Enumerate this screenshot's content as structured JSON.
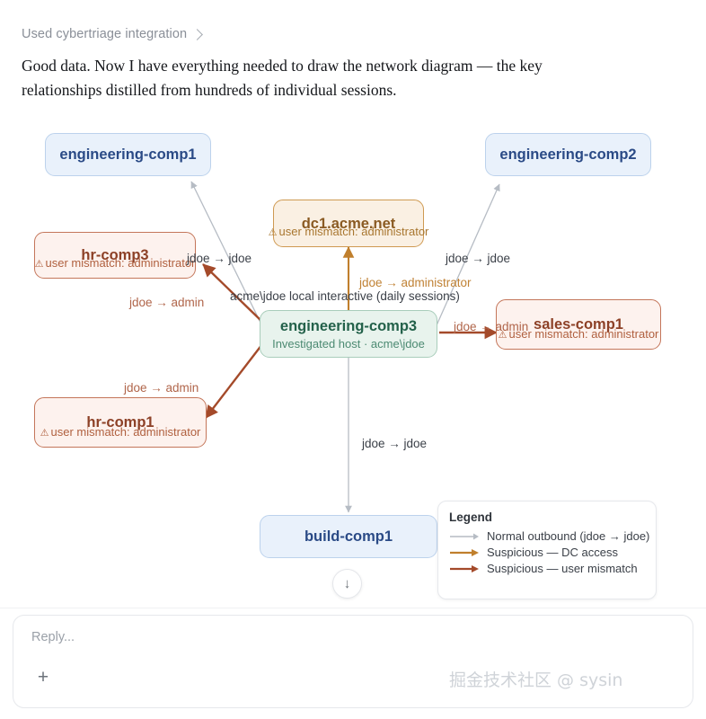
{
  "header": {
    "integration_label": "Used cybertriage integration",
    "chevron_icon": "chevron-right-icon",
    "assistant_message": "Good data. Now I have everything needed to draw the network diagram — the key relationships distilled from hundreds of individual sessions."
  },
  "diagram": {
    "nodes": [
      {
        "id": "engineering-comp1",
        "title": "engineering-comp1",
        "sub": "",
        "kind": "blue"
      },
      {
        "id": "engineering-comp2",
        "title": "engineering-comp2",
        "sub": "",
        "kind": "blue"
      },
      {
        "id": "hr-comp3",
        "title": "hr-comp3",
        "sub": "user mismatch: administrator",
        "kind": "pink",
        "warn_icon": "warning-triangle-icon"
      },
      {
        "id": "dc1.acme.net",
        "title": "dc1.acme.net",
        "sub": "user mismatch: administrator",
        "kind": "tan",
        "warn_icon": "warning-triangle-icon"
      },
      {
        "id": "engineering-comp3",
        "title": "engineering-comp3",
        "sub": "Investigated host · acme\\jdoe",
        "kind": "green"
      },
      {
        "id": "sales-comp1",
        "title": "sales-comp1",
        "sub": "user mismatch: administrator",
        "kind": "pink",
        "warn_icon": "warning-triangle-icon"
      },
      {
        "id": "hr-comp1",
        "title": "hr-comp1",
        "sub": "user mismatch: administrator",
        "kind": "pink",
        "warn_icon": "warning-triangle-icon"
      },
      {
        "id": "build-comp1",
        "title": "build-comp1",
        "sub": "",
        "kind": "blue"
      }
    ],
    "edge_labels": {
      "to_comp1": "jdoe → jdoe",
      "to_comp2": "jdoe → jdoe",
      "to_hr_comp3": "jdoe → admin",
      "to_dc1": "jdoe → administrator",
      "to_sales": "jdoe → admin",
      "to_hr_comp1": "jdoe → admin",
      "to_build": "jdoe → jdoe",
      "center_caption": "acme\\jdoe local interactive (daily sessions)"
    },
    "legend": {
      "title": "Legend",
      "items": [
        {
          "label": "Normal outbound (jdoe → jdoe)",
          "color": "#b6bcc4"
        },
        {
          "label": "Suspicious — DC access",
          "color": "#c07f2d"
        },
        {
          "label": "Suspicious — user mismatch",
          "color": "#a44a2a"
        }
      ]
    }
  },
  "scroll_button": {
    "icon": "arrow-down-icon",
    "label": "↓"
  },
  "composer": {
    "placeholder": "Reply...",
    "add_icon": "plus-icon",
    "add_label": "+"
  },
  "watermark": "掘金技术社区 @ sysin"
}
